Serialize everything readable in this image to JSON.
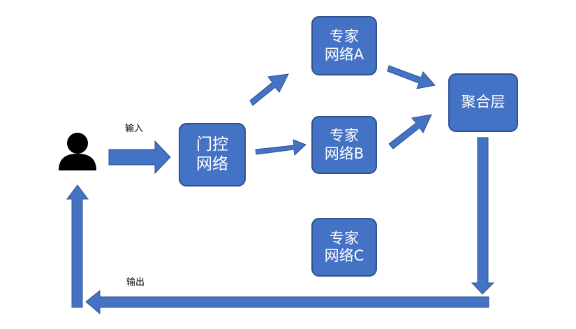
{
  "diagram": {
    "gate_network": {
      "line1": "门控",
      "line2": "网络"
    },
    "expert_a": {
      "line1": "专家",
      "line2": "网络A"
    },
    "expert_b": {
      "line1": "专家",
      "line2": "网络B"
    },
    "expert_c": {
      "line1": "专家",
      "line2": "网络C"
    },
    "aggregation_layer": {
      "label": "聚合层"
    },
    "input_label": "输入",
    "output_label": "输出",
    "colors": {
      "node_fill": "#4472c4",
      "node_border": "#2f528f",
      "arrow_fill": "#4472c4",
      "person_fill": "#000000"
    }
  }
}
